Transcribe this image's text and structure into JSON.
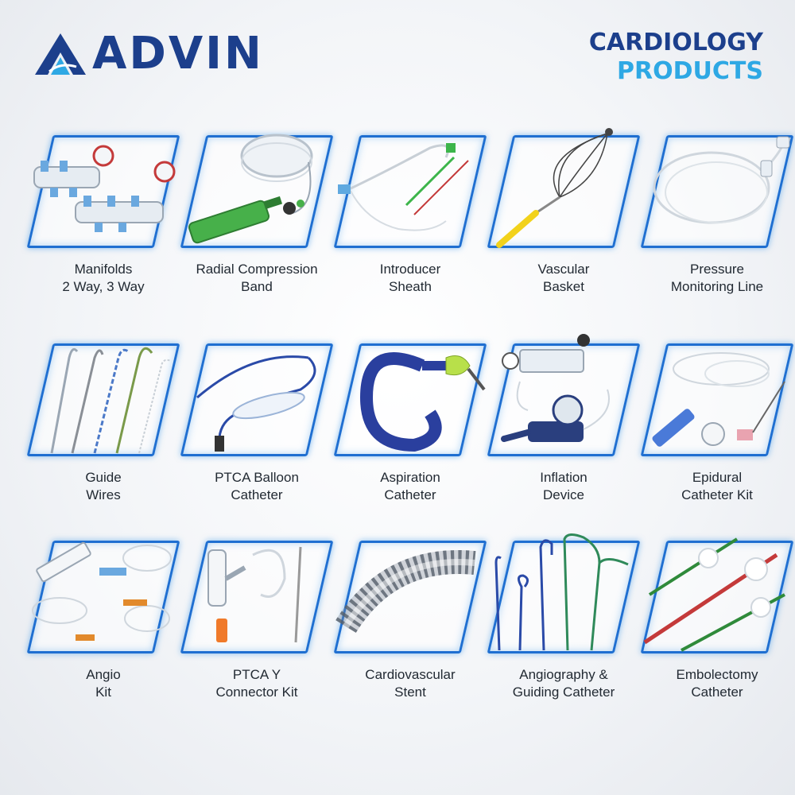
{
  "brand": {
    "name": "ADVIN",
    "logo_icon": "advin-logo-icon"
  },
  "heading": {
    "line1": "CARDIOLOGY",
    "line2": "PRODUCTS"
  },
  "colors": {
    "brand_navy": "#1c3f8c",
    "accent_blue": "#2ea8e4",
    "frame_blue": "#1f6fd1"
  },
  "products": [
    {
      "line1": "Manifolds",
      "line2": "2 Way, 3 Way",
      "icon": "manifold-icon"
    },
    {
      "line1": "Radial Compression",
      "line2": "Band",
      "icon": "compression-band-icon"
    },
    {
      "line1": "Introducer",
      "line2": "Sheath",
      "icon": "introducer-sheath-icon"
    },
    {
      "line1": "Vascular",
      "line2": "Basket",
      "icon": "vascular-basket-icon"
    },
    {
      "line1": "Pressure",
      "line2": "Monitoring Line",
      "icon": "pressure-line-icon"
    },
    {
      "line1": "Guide",
      "line2": "Wires",
      "icon": "guide-wires-icon"
    },
    {
      "line1": "PTCA Balloon",
      "line2": "Catheter",
      "icon": "balloon-catheter-icon"
    },
    {
      "line1": "Aspiration",
      "line2": "Catheter",
      "icon": "aspiration-catheter-icon"
    },
    {
      "line1": "Inflation",
      "line2": "Device",
      "icon": "inflation-device-icon"
    },
    {
      "line1": "Epidural",
      "line2": "Catheter Kit",
      "icon": "epidural-kit-icon"
    },
    {
      "line1": "Angio",
      "line2": "Kit",
      "icon": "angio-kit-icon"
    },
    {
      "line1": "PTCA Y",
      "line2": "Connector Kit",
      "icon": "y-connector-icon"
    },
    {
      "line1": "Cardiovascular",
      "line2": "Stent",
      "icon": "stent-icon"
    },
    {
      "line1": "Angiography &",
      "line2": "Guiding Catheter",
      "icon": "guiding-catheter-icon"
    },
    {
      "line1": "Embolectomy",
      "line2": "Catheter",
      "icon": "embolectomy-catheter-icon"
    }
  ]
}
